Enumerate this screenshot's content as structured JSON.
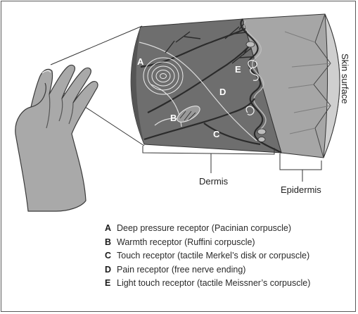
{
  "figure": {
    "letters": {
      "a": "A",
      "b": "B",
      "c": "C",
      "d": "D",
      "e": "E"
    },
    "labels": {
      "skin_surface": "Skin surface",
      "dermis": "Dermis",
      "epidermis": "Epidermis"
    },
    "colors": {
      "dermis_fill": "#6e6e6e",
      "epidermis_fill": "#a6a6a6",
      "surface_fill": "#cfcfcf",
      "hand_fill": "#a9a9a9",
      "nerve": "#2b2b2b",
      "light_line": "#e6e6e6"
    }
  },
  "legend": [
    {
      "key": "A",
      "text": "Deep pressure receptor (Pacinian corpuscle)"
    },
    {
      "key": "B",
      "text": "Warmth receptor (Ruffini corpuscle)"
    },
    {
      "key": "C",
      "text": "Touch receptor (tactile Merkel’s disk or corpuscle)"
    },
    {
      "key": "D",
      "text": "Pain receptor (free nerve ending)"
    },
    {
      "key": "E",
      "text": "Light touch receptor (tactile Meissner’s corpuscle)"
    }
  ]
}
